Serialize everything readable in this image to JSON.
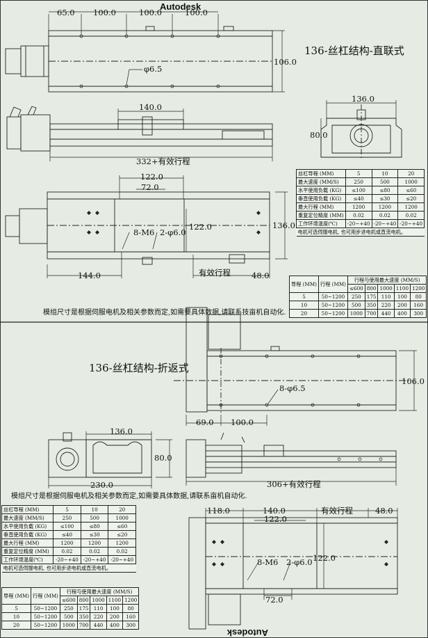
{
  "watermark": "Autodesk",
  "section1": {
    "title": "136-丝杠结构-直联式",
    "note": "模组尺寸是根据伺服电机及相关参数而定,如需要具体数据,请联系技亩机自动化.",
    "dims": {
      "d65": "65.0",
      "d100a": "100.0",
      "d100b": "100.0",
      "d100c": "100.0",
      "d106": "106.0",
      "d6_5": "φ6.5",
      "d140": "140.0",
      "d332": "332+有效行程",
      "d136": "136.0",
      "d80": "80.0",
      "d122top": "122.0",
      "d72": "72.0",
      "d122side": "122.0",
      "d136side": "136.0",
      "m6": "8-M6",
      "d6_0": "2-φ6.0",
      "d144": "144.0",
      "stroke": "有效行程",
      "d48": "48.0"
    }
  },
  "section2": {
    "title": "136-丝杠结构-折返式",
    "note": "模组尺寸是根据伺服电机及相关参数而定,如需要具体数据,请联系亩机自动化.",
    "dims": {
      "d106": "106.0",
      "d6_5": "8-φ6.5",
      "d69": "69.0",
      "d100": "100.0",
      "d136": "136.0",
      "d80": "80.0",
      "d230": "230.0",
      "d306": "306+有效行程",
      "d118": "118.0",
      "d140": "140.0",
      "d122": "122.0",
      "stroke": "有效行程",
      "d48": "48.0",
      "m6": "8-M6",
      "d6_0": "2-φ6.0",
      "d122side": "122.0",
      "d72": "72.0"
    }
  },
  "spec_table": {
    "rows": [
      [
        "丝杠导程 (MM)",
        "5",
        "10",
        "20"
      ],
      [
        "最大速度 (MM/S)",
        "250",
        "500",
        "1000"
      ],
      [
        "水平使用负载 (KG)",
        "≤100",
        "≤80",
        "≤60"
      ],
      [
        "垂直使用负载 (KG)",
        "≤40",
        "≤30",
        "≤20"
      ],
      [
        "最大行程 (MM)",
        "1200",
        "1200",
        "1200"
      ],
      [
        "重复定位精度 (MM)",
        "0.02",
        "0.02",
        "0.02"
      ],
      [
        "工作环境温度(℃)",
        "-20~+40",
        "-20~+40",
        "-20~+40"
      ]
    ],
    "footer": "电机可选伺服电机, 也可用步进电机或直流电机。"
  },
  "speed_table": {
    "headers": [
      "导程 (MM)",
      "行程 (MM)",
      "行程与使用最大速度 (MM/S)"
    ],
    "subheaders": [
      "≤600",
      "800",
      "1000",
      "1100",
      "1200"
    ],
    "rows": [
      [
        "5",
        "50~1200",
        "250",
        "175",
        "110",
        "100",
        "80"
      ],
      [
        "10",
        "50~1200",
        "500",
        "350",
        "220",
        "200",
        "160"
      ],
      [
        "20",
        "50~1200",
        "1000",
        "700",
        "440",
        "400",
        "300"
      ]
    ]
  }
}
